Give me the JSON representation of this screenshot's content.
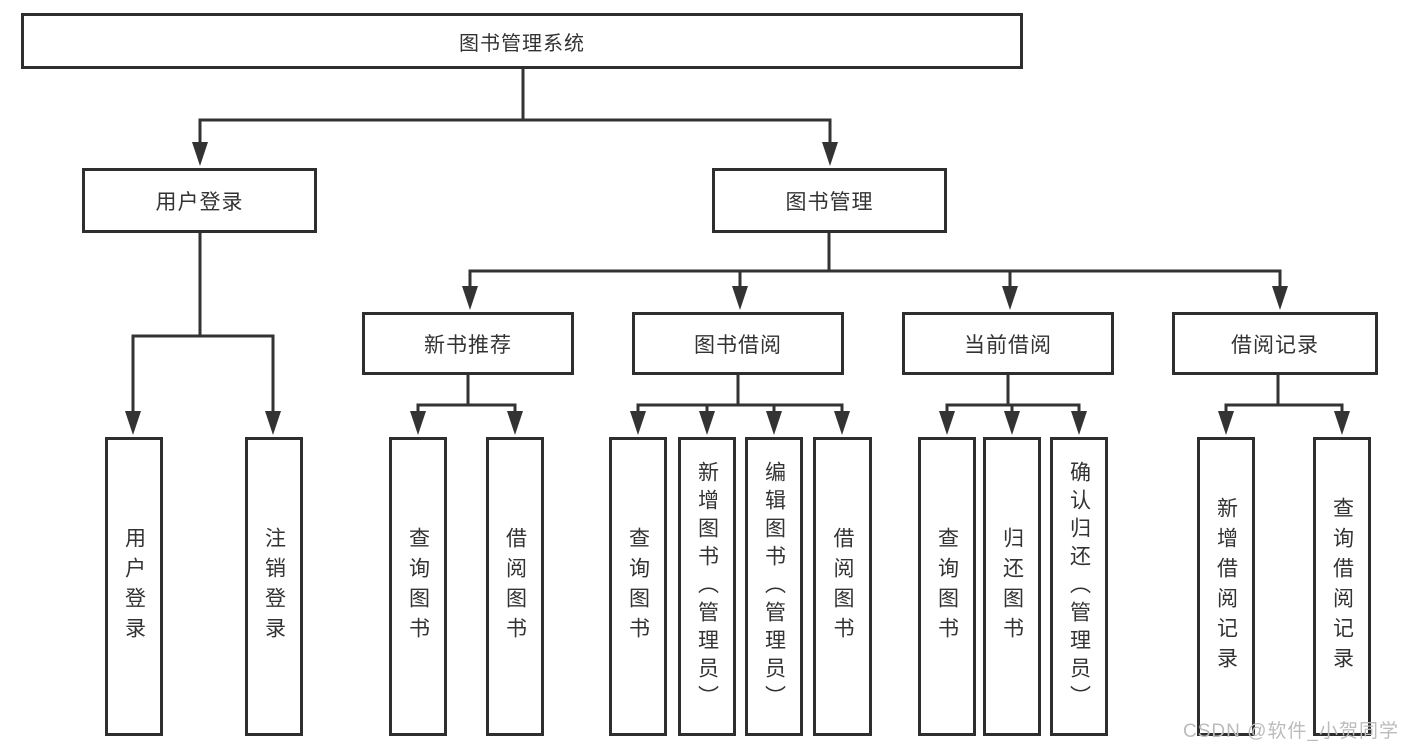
{
  "colors": {
    "line": "#333333",
    "box_border": "#2e2e2e",
    "text": "#333333",
    "watermark": "#bcbcbc",
    "background": "#ffffff"
  },
  "watermark": {
    "text": "CSDN @软件_小贺同学"
  },
  "tree": {
    "root": {
      "label": "图书管理系统",
      "children": [
        {
          "label": "用户登录",
          "children": [
            {
              "label": "用户登录"
            },
            {
              "label": "注销登录"
            }
          ]
        },
        {
          "label": "图书管理",
          "children": [
            {
              "label": "新书推荐",
              "children": [
                {
                  "label": "查询图书"
                },
                {
                  "label": "借阅图书"
                }
              ]
            },
            {
              "label": "图书借阅",
              "children": [
                {
                  "label": "查询图书"
                },
                {
                  "label": "新增图书（管理员）"
                },
                {
                  "label": "编辑图书（管理员）"
                },
                {
                  "label": "借阅图书"
                }
              ]
            },
            {
              "label": "当前借阅",
              "children": [
                {
                  "label": "查询图书"
                },
                {
                  "label": "归还图书"
                },
                {
                  "label": "确认归还（管理员）"
                }
              ]
            },
            {
              "label": "借阅记录",
              "children": [
                {
                  "label": "新增借阅记录"
                },
                {
                  "label": "查询借阅记录"
                }
              ]
            }
          ]
        }
      ]
    }
  }
}
